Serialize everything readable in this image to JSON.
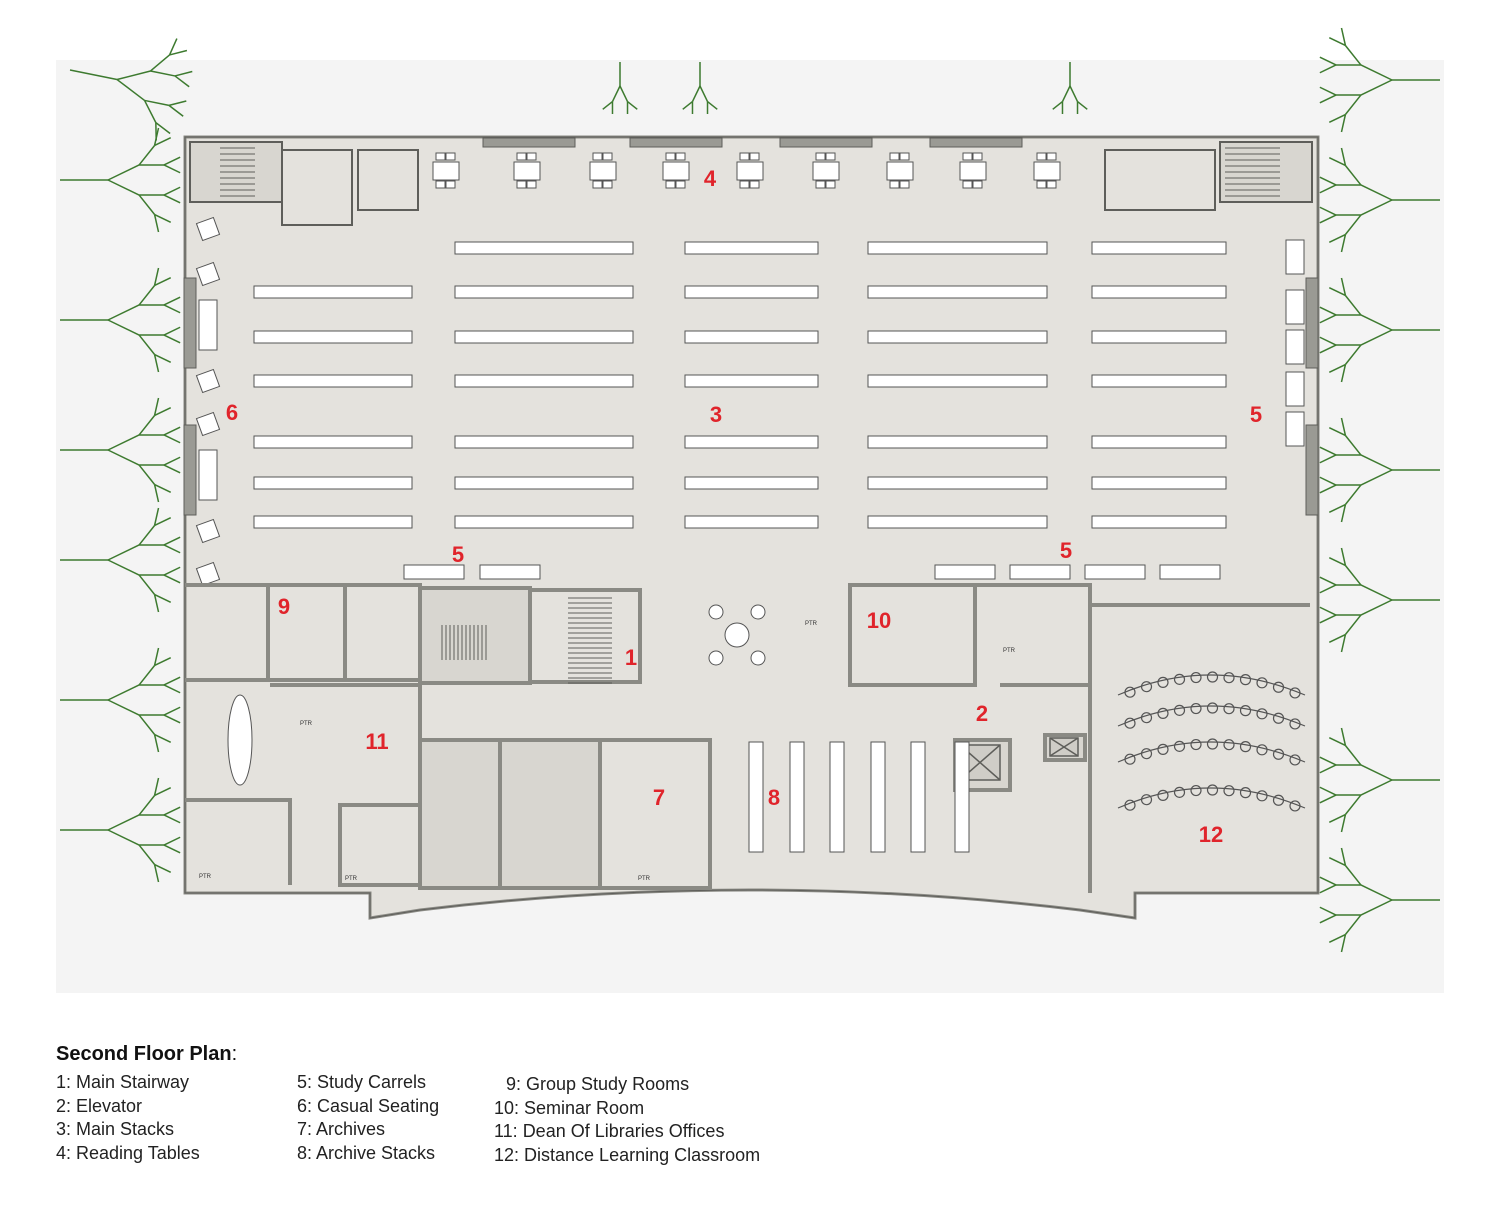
{
  "colors": {
    "floor": "#e4e2dd",
    "wall": "#8a8a84",
    "wall_dark": "#5e5e5a",
    "tree": "#3d7a2f",
    "label": "#e0242b",
    "background": "#f4f4f4"
  },
  "room_numbers": [
    {
      "id": "n1",
      "text": "1"
    },
    {
      "id": "n2",
      "text": "2"
    },
    {
      "id": "n3",
      "text": "3"
    },
    {
      "id": "n4",
      "text": "4"
    },
    {
      "id": "n5a",
      "text": "5"
    },
    {
      "id": "n5b",
      "text": "5"
    },
    {
      "id": "n5c",
      "text": "5"
    },
    {
      "id": "n6",
      "text": "6"
    },
    {
      "id": "n7",
      "text": "7"
    },
    {
      "id": "n8",
      "text": "8"
    },
    {
      "id": "n9",
      "text": "9"
    },
    {
      "id": "n10",
      "text": "10"
    },
    {
      "id": "n11",
      "text": "11"
    },
    {
      "id": "n12",
      "text": "12"
    }
  ],
  "ptr_label": "PTR",
  "legend": {
    "title": "Second Floor Plan",
    "title_suffix": ":",
    "columns": [
      [
        "1: Main Stairway",
        "2: Elevator",
        "3: Main Stacks",
        "4: Reading Tables"
      ],
      [
        "5: Study Carrels",
        "6: Casual Seating",
        "7: Archives",
        "8: Archive Stacks"
      ],
      [
        "9: Group Study Rooms",
        "10: Seminar Room",
        "11: Dean Of Libraries Offices",
        "12: Distance Learning Classroom"
      ]
    ]
  }
}
